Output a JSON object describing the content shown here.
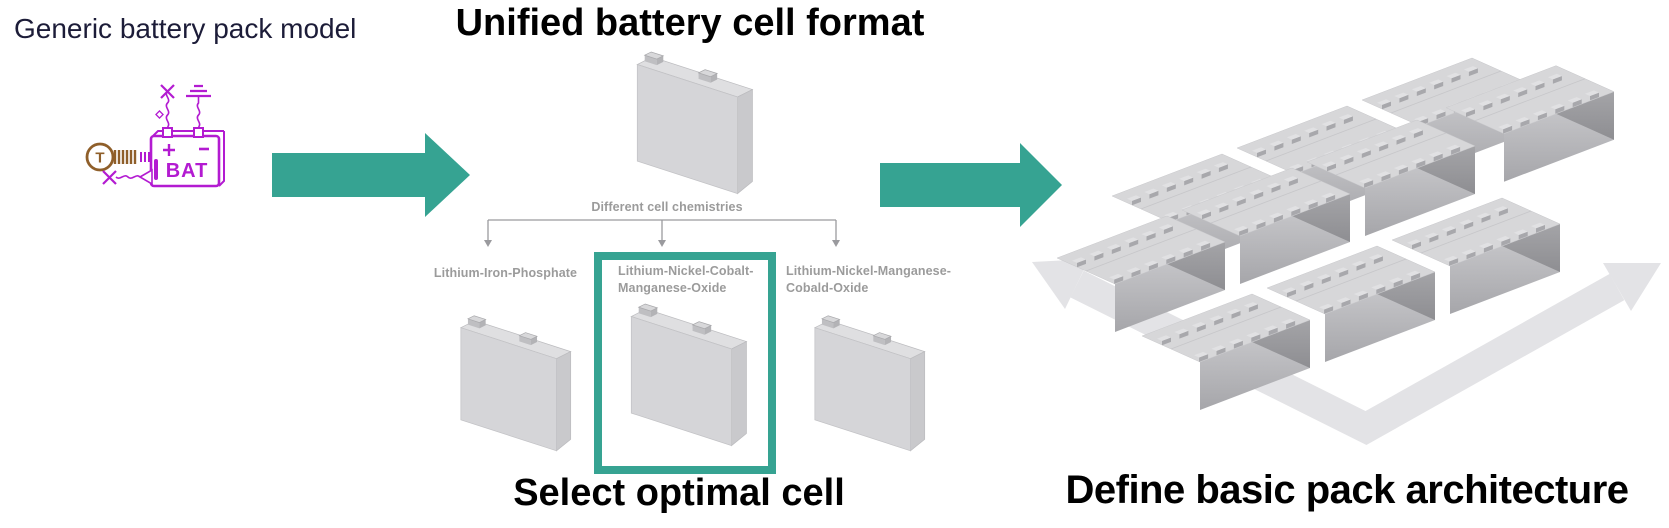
{
  "colors": {
    "teal": "#36a392",
    "label_gray": "#9b9b9b",
    "title_dark": "#1c1c38",
    "magenta": "#b31bd1",
    "brown": "#8f5f2a",
    "pack_arrow_gray": "#e3e3e6"
  },
  "generic_model": {
    "title": "Generic battery pack model",
    "bat_label": "BAT",
    "plus": "+",
    "minus": "-",
    "t_label": "T"
  },
  "unified_cell": {
    "title": "Unified battery cell format"
  },
  "chemistry": {
    "root_label": "Different cell chemistries",
    "options": [
      {
        "lines": [
          "Lithium-Iron-Phosphate",
          ""
        ],
        "selected": false
      },
      {
        "lines": [
          "Lithium-Nickel-Cobalt-",
          "Manganese-Oxide"
        ],
        "selected": true
      },
      {
        "lines": [
          "Lithium-Nickel-Manganese-",
          "Cobald-Oxide"
        ],
        "selected": false
      }
    ],
    "caption": "Select optimal cell"
  },
  "pack": {
    "caption": "Define basic pack architecture",
    "rows": 3,
    "modules_per_row": [
      3,
      4,
      3
    ],
    "studs_per_edge": 6
  }
}
